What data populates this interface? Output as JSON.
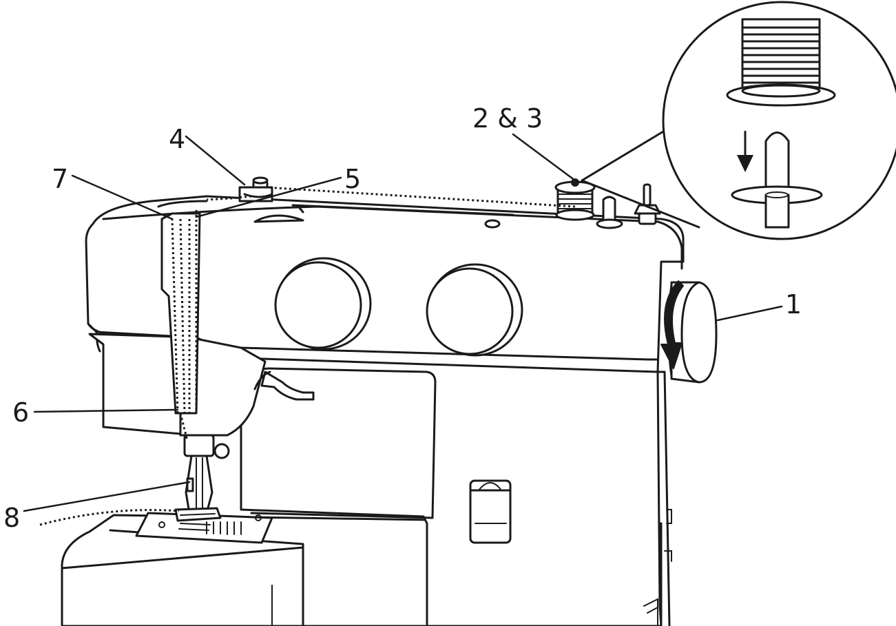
{
  "callouts": [
    {
      "id": "1",
      "label": "1"
    },
    {
      "id": "2-3",
      "label": "2 & 3"
    },
    {
      "id": "4",
      "label": "4"
    },
    {
      "id": "5",
      "label": "5"
    },
    {
      "id": "6",
      "label": "6"
    },
    {
      "id": "7",
      "label": "7"
    },
    {
      "id": "8",
      "label": "8"
    }
  ],
  "colors": {
    "line": "#1a1a1a",
    "background": "#ffffff"
  },
  "icons": {
    "handwheel_direction": "curved-arrow-down-icon",
    "spool_placement": "arrow-down-icon"
  }
}
